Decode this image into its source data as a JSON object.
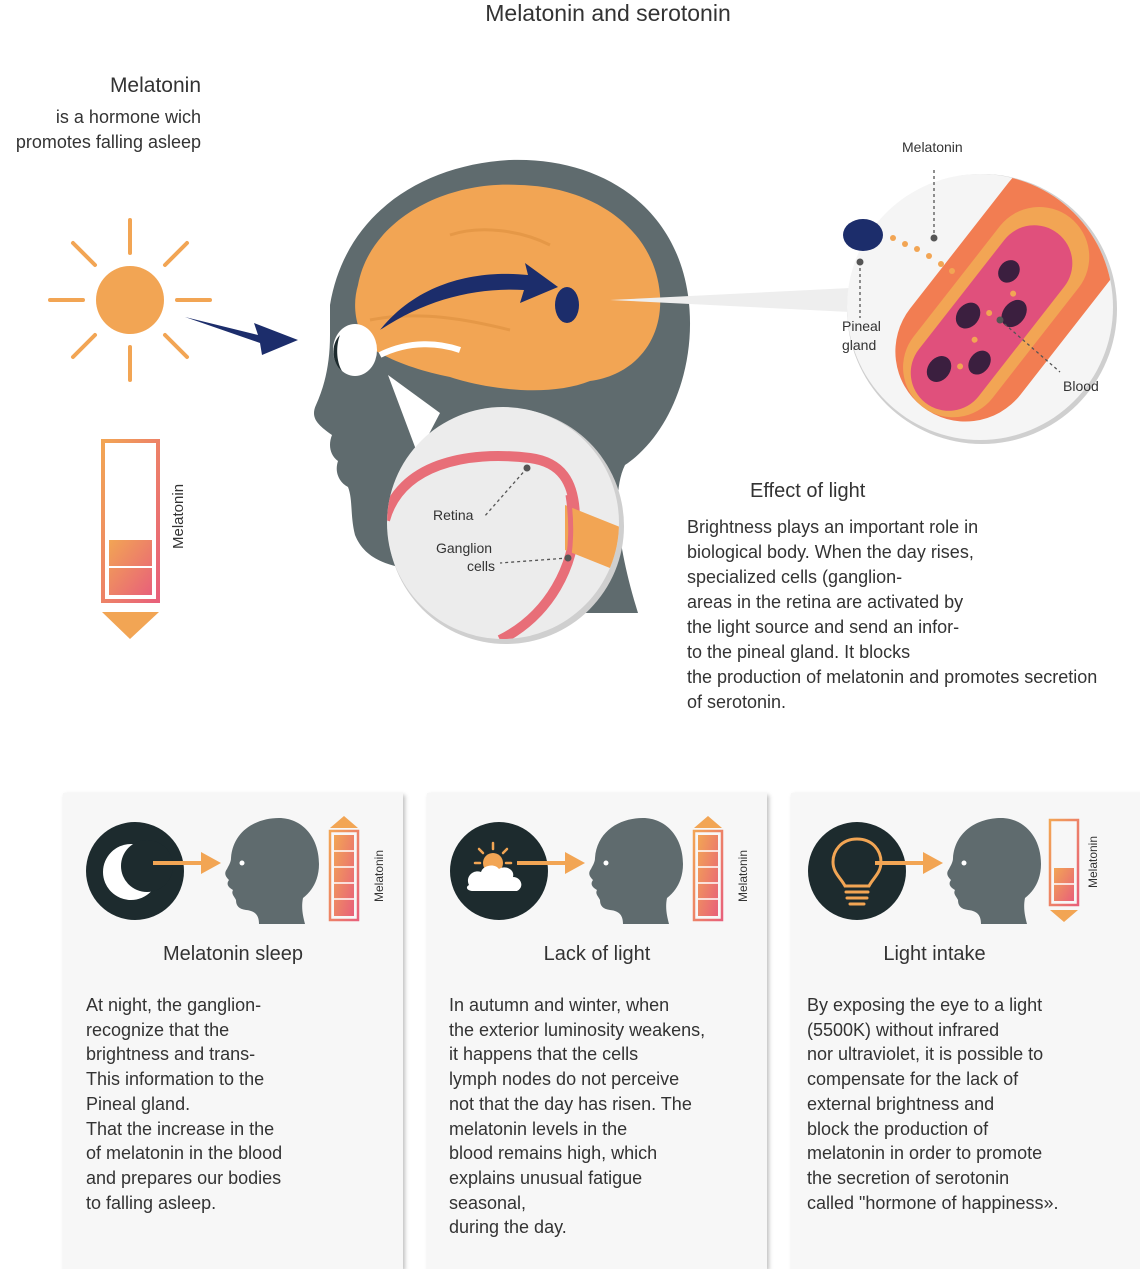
{
  "title": "Melatonin and serotonin",
  "intro": {
    "heading": "Melatonin",
    "lines": [
      "is a hormone wich",
      "promotes falling asleep"
    ]
  },
  "meter_label": "Melatonin",
  "eye_labels": {
    "retina": "Retina",
    "ganglion_1": "Ganglion",
    "ganglion_2": "cells"
  },
  "blood_labels": {
    "melatonin": "Melatonin",
    "pineal_1": "Pineal",
    "pineal_2": "gland",
    "blood": "Blood"
  },
  "effect": {
    "heading": "Effect of light",
    "lines": [
      "Brightness plays an important role in",
      "biological body. When the day rises,",
      "specialized cells (ganglion-",
      "areas in the retina are activated by",
      "the light source and send an infor-",
      "to the pineal gland. It blocks",
      "the production of melatonin and promotes secretion",
      "of serotonin."
    ]
  },
  "cards": [
    {
      "title": "Melatonin sleep",
      "meter_label": "Melatonin",
      "level": 1.0,
      "lines": [
        "At night, the ganglion-",
        "recognize that the",
        "brightness and trans-",
        "This information to the",
        "Pineal gland.",
        "That the increase in the",
        "of melatonin in the blood",
        "and prepares our bodies",
        "to falling asleep."
      ]
    },
    {
      "title": "Lack of light",
      "meter_label": "Melatonin",
      "level": 1.0,
      "lines": [
        "In autumn and winter, when",
        "the exterior luminosity weakens,",
        "it happens that the cells",
        "lymph nodes do not perceive",
        "not that the day has risen. The",
        "melatonin levels in the",
        "blood remains high, which",
        "explains unusual fatigue",
        "seasonal,",
        "during the day."
      ]
    },
    {
      "title": "Light intake",
      "meter_label": "Melatonin",
      "level": 0.4,
      "lines": [
        "By exposing the eye to a light",
        "(5500K) without infrared",
        "nor ultraviolet, it is possible to",
        "compensate for the lack of",
        "external brightness and",
        "block the production of",
        "melatonin in order to promote",
        "the secretion of serotonin",
        "called \"hormone of happiness»."
      ]
    }
  ],
  "colors": {
    "orange": "#f2a554",
    "head_gray": "#5f6b6e",
    "navy": "#1c2d6b",
    "pink": "#e86e78",
    "dark_circle": "#1d2b2e"
  }
}
